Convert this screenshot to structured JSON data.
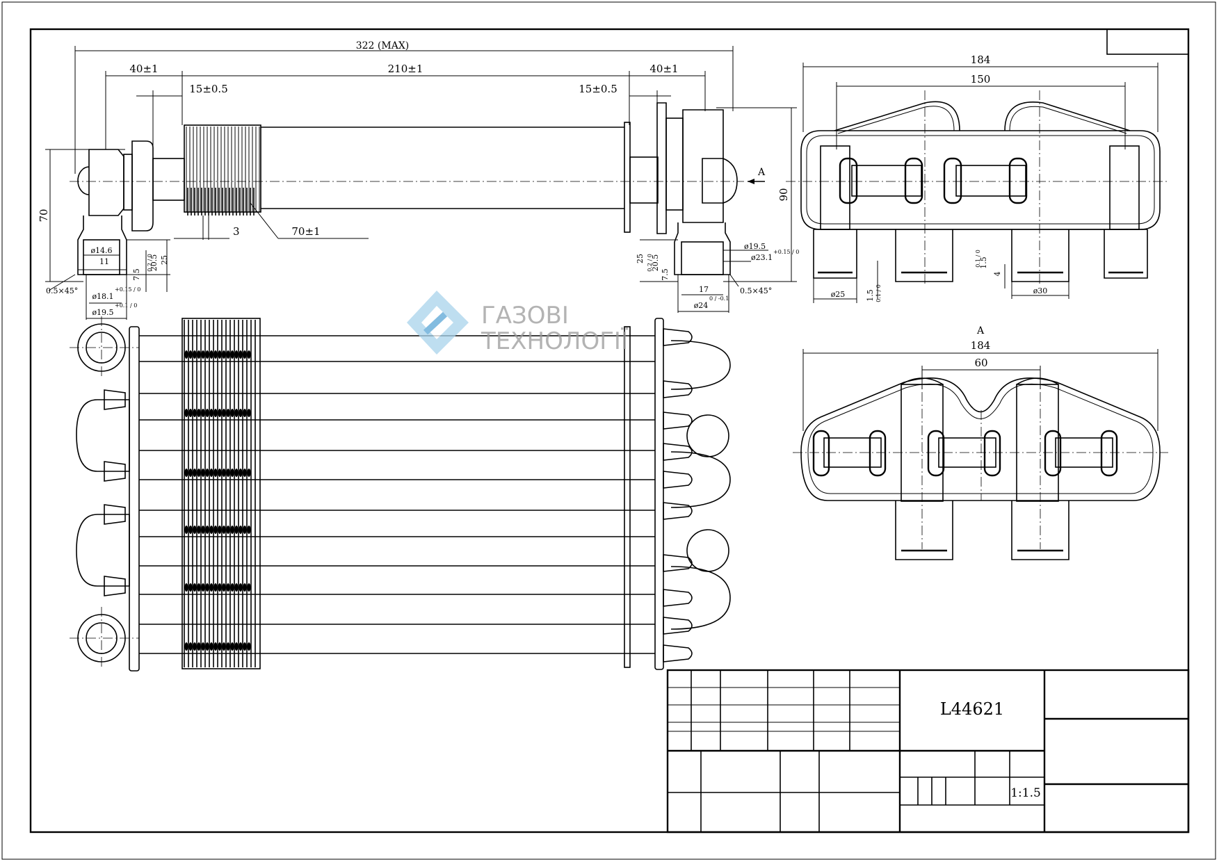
{
  "title_block": {
    "part_number": "L44621",
    "scale": "1:1.5"
  },
  "watermark": {
    "line1": "ГАЗОВІ",
    "line2": "ТЕХНОЛОГІЇ",
    "colors": {
      "light": "#a9d4ec",
      "dark": "#5aa6d6",
      "text": "#9a9a9a"
    }
  },
  "front_view": {
    "dim_total": "322 (MAX)",
    "dim_left": "40±1",
    "dim_middle": "210±1",
    "dim_right": "40±1",
    "dim_flange_left": "15±0.5",
    "dim_flange_right": "15±0.5",
    "dim_height_left": "70",
    "dim_height_right": "90",
    "dim_fin_pitch": "3",
    "dim_fin_length": "70±1",
    "view_marker": "A"
  },
  "left_detail": {
    "d1": "ø14.6",
    "d2": "11",
    "d3": "ø18.1",
    "d3_tol": "+0.15 / 0",
    "d4": "ø19.5",
    "d4_tol": "+0.1 / 0",
    "h1": "20.5",
    "h1_tol": "0.2 / 0",
    "h2": "25",
    "h3": "7.5",
    "chamfer": "0.5×45°"
  },
  "right_detail": {
    "d1": "ø19.5",
    "d2": "ø23.1",
    "d2_tol": "+0.15 / 0",
    "d3": "17",
    "d4": "ø24",
    "d4_tol": "0 / -0.1",
    "h1": "25",
    "h2": "20.5",
    "h2_tol": "0.2 / 0",
    "h3": "7.5",
    "chamfer": "0.5×45°"
  },
  "side_view": {
    "dim_width": "184",
    "dim_inner": "150",
    "d_pipe": "ø25",
    "d_pipe2": "ø30",
    "gap": "1.5",
    "gap_tol": "0.1 / 0",
    "h_small": "4"
  },
  "view_a": {
    "label": "A",
    "dim_width": "184",
    "dim_center": "60"
  }
}
